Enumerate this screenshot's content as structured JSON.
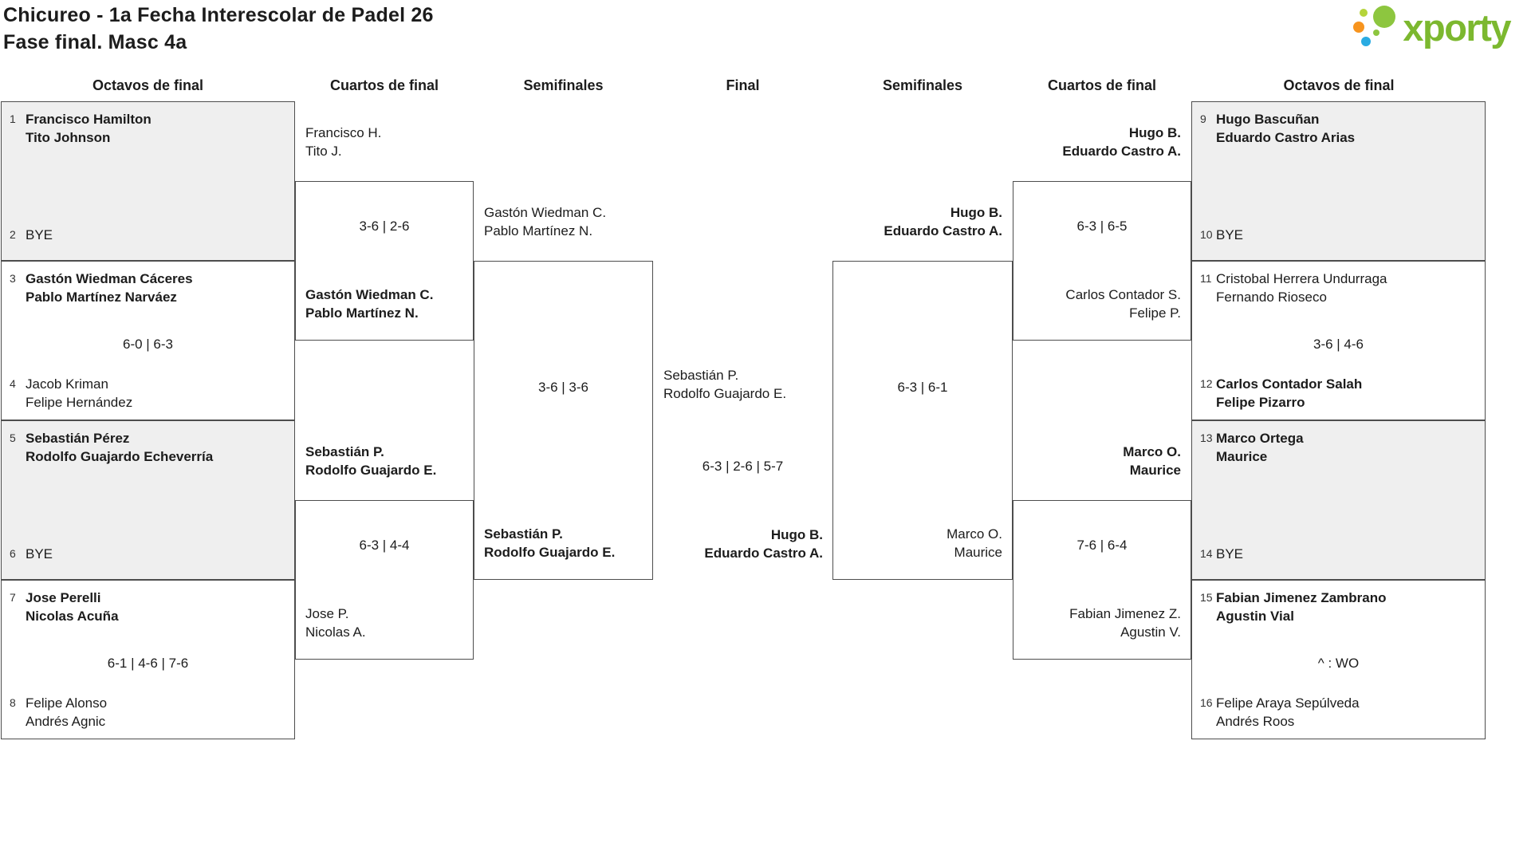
{
  "header": {
    "title": "Chicureo - 1a Fecha Interescolar de Padel 26",
    "subtitle": "Fase final. Masc 4a",
    "logo_text": "xporty"
  },
  "round_headers": {
    "octavos_left": "Octavos de final",
    "cuartos_left": "Cuartos de final",
    "semifinales_left": "Semifinales",
    "final": "Final",
    "semifinales_right": "Semifinales",
    "cuartos_right": "Cuartos de final",
    "octavos_right": "Octavos de final"
  },
  "matches": {
    "r16_l1": {
      "seed_a": "1",
      "team_a1": "Francisco Hamilton",
      "team_a2": "Tito Johnson",
      "score": "",
      "seed_b": "2",
      "team_b1": "BYE",
      "team_b2": ""
    },
    "r16_l2": {
      "seed_a": "3",
      "team_a1": "Gastón Wiedman Cáceres",
      "team_a2": "Pablo Martínez Narváez",
      "score": "6-0 | 6-3",
      "seed_b": "4",
      "team_b1": "Jacob Kriman",
      "team_b2": "Felipe Hernández"
    },
    "r16_l3": {
      "seed_a": "5",
      "team_a1": "Sebastián Pérez",
      "team_a2": "Rodolfo Guajardo Echeverría",
      "score": "",
      "seed_b": "6",
      "team_b1": "BYE",
      "team_b2": ""
    },
    "r16_l4": {
      "seed_a": "7",
      "team_a1": "Jose Perelli",
      "team_a2": "Nicolas Acuña",
      "score": "6-1 | 4-6 | 7-6",
      "seed_b": "8",
      "team_b1": "Felipe Alonso",
      "team_b2": "Andrés Agnic"
    },
    "r16_r1": {
      "seed_a": "9",
      "team_a1": "Hugo Bascuñan",
      "team_a2": "Eduardo Castro Arias",
      "score": "",
      "seed_b": "10",
      "team_b1": "BYE",
      "team_b2": ""
    },
    "r16_r2": {
      "seed_a": "11",
      "team_a1": "Cristobal Herrera Undurraga",
      "team_a2": "Fernando Rioseco",
      "score": "3-6 | 4-6",
      "seed_b": "12",
      "team_b1": "Carlos Contador Salah",
      "team_b2": "Felipe Pizarro"
    },
    "r16_r3": {
      "seed_a": "13",
      "team_a1": "Marco Ortega",
      "team_a2": "Maurice",
      "score": "",
      "seed_b": "14",
      "team_b1": "BYE",
      "team_b2": ""
    },
    "r16_r4": {
      "seed_a": "15",
      "team_a1": "Fabian Jimenez Zambrano",
      "team_a2": "Agustin Vial",
      "score": "^ : WO",
      "seed_b": "16",
      "team_b1": "Felipe Araya Sepúlveda",
      "team_b2": "Andrés Roos"
    },
    "qf_l1": {
      "team_a1": "Francisco H.",
      "team_a2": "Tito J.",
      "score": "3-6 | 2-6",
      "team_b1": "Gastón Wiedman C.",
      "team_b2": "Pablo Martínez N."
    },
    "qf_l2": {
      "team_a1": "Sebastián P.",
      "team_a2": "Rodolfo Guajardo E.",
      "score": "6-3 | 4-4",
      "team_b1": "Jose P.",
      "team_b2": "Nicolas A."
    },
    "qf_r1": {
      "team_a1": "Hugo B.",
      "team_a2": "Eduardo Castro A.",
      "score": "6-3 | 6-5",
      "team_b1": "Carlos Contador S.",
      "team_b2": "Felipe P."
    },
    "qf_r2": {
      "team_a1": "Marco O.",
      "team_a2": "Maurice",
      "score": "7-6 | 6-4",
      "team_b1": "Fabian Jimenez Z.",
      "team_b2": "Agustin V."
    },
    "sf_l": {
      "team_a1": "Gastón Wiedman C.",
      "team_a2": "Pablo Martínez N.",
      "score": "3-6 | 3-6",
      "team_b1": "Sebastián P.",
      "team_b2": "Rodolfo Guajardo E."
    },
    "sf_r": {
      "team_a1": "Hugo B.",
      "team_a2": "Eduardo Castro A.",
      "score": "6-3 | 6-1",
      "team_b1": "Marco O.",
      "team_b2": "Maurice"
    },
    "final": {
      "team_a1": "Sebastián P.",
      "team_a2": "Rodolfo Guajardo E.",
      "score": "6-3 | 2-6 | 5-7",
      "team_b1": "Hugo B.",
      "team_b2": "Eduardo Castro A."
    }
  },
  "colors": {
    "brand_green": "#7cb82f",
    "brand_green_light": "#b5d43a",
    "brand_orange": "#f7941e",
    "brand_blue": "#2aabe2",
    "row_shade": "#efefef",
    "line": "#4d4d4d"
  }
}
